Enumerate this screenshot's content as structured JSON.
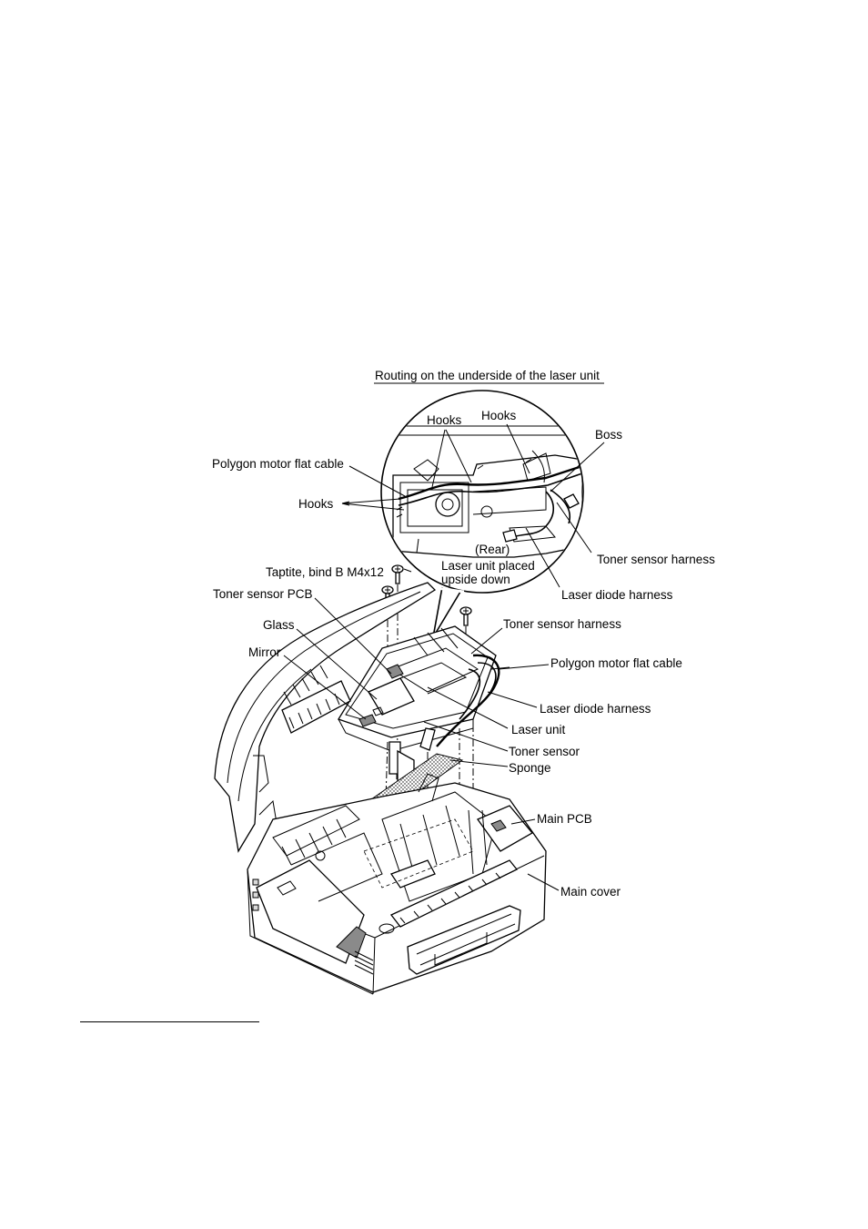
{
  "diagram": {
    "title": "Routing on the underside of the laser unit",
    "labels": {
      "hooks_top_left": "Hooks",
      "hooks_top_right": "Hooks",
      "boss": "Boss",
      "polygon_motor_flat_cable_inset": "Polygon motor flat cable",
      "hooks_left": "Hooks",
      "rear": "(Rear)",
      "laser_unit_placed_line1": "Laser unit placed",
      "laser_unit_placed_line2": "upside down",
      "toner_sensor_harness_inset": "Toner sensor harness",
      "laser_diode_harness_inset": "Laser diode harness",
      "taptite": "Taptite, bind B M4x12",
      "toner_sensor_pcb": "Toner sensor PCB",
      "glass": "Glass",
      "mirror": "Mirror",
      "toner_sensor_harness": "Toner sensor harness",
      "polygon_motor_flat_cable": "Polygon motor flat cable",
      "laser_diode_harness": "Laser diode harness",
      "laser_unit": "Laser unit",
      "toner_sensor": "Toner sensor",
      "sponge": "Sponge",
      "main_pcb": "Main PCB",
      "main_cover": "Main cover"
    }
  }
}
